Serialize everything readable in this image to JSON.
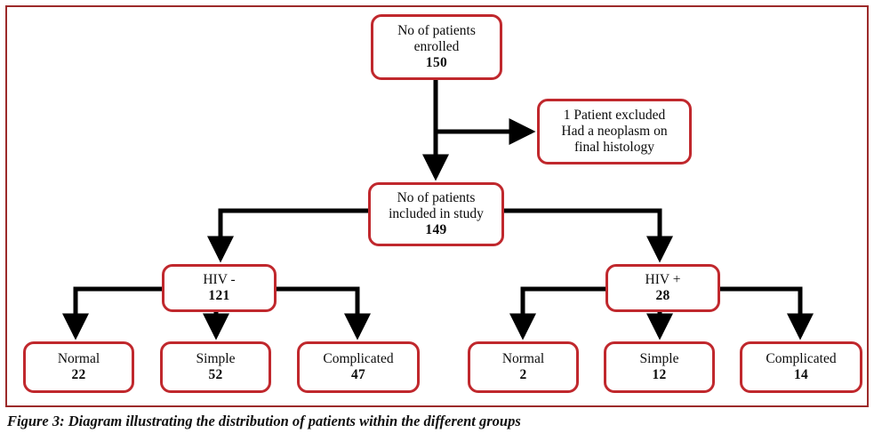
{
  "figure": {
    "caption": "Figure 3: Diagram illustrating the distribution of patients within the different groups",
    "border_color": "#9c2a2a",
    "node_border_color": "#c0282d",
    "connector_color": "#000000",
    "background": "#ffffff"
  },
  "diagram": {
    "type": "flowchart",
    "nodes": [
      {
        "id": "enrolled",
        "lines": [
          "No of patients",
          "enrolled"
        ],
        "count": "150"
      },
      {
        "id": "excluded",
        "lines": [
          "1 Patient excluded",
          "Had a neoplasm on",
          "final histology"
        ],
        "count": ""
      },
      {
        "id": "included",
        "lines": [
          "No of patients",
          "included in study"
        ],
        "count": "149"
      },
      {
        "id": "hiv_neg",
        "lines": [
          "HIV -"
        ],
        "count": "121"
      },
      {
        "id": "hiv_pos",
        "lines": [
          "HIV +"
        ],
        "count": "28"
      },
      {
        "id": "neg_normal",
        "lines": [
          "Normal"
        ],
        "count": "22"
      },
      {
        "id": "neg_simple",
        "lines": [
          "Simple"
        ],
        "count": "52"
      },
      {
        "id": "neg_comp",
        "lines": [
          "Complicated"
        ],
        "count": "47"
      },
      {
        "id": "pos_normal",
        "lines": [
          "Normal"
        ],
        "count": "2"
      },
      {
        "id": "pos_simple",
        "lines": [
          "Simple"
        ],
        "count": "12"
      },
      {
        "id": "pos_comp",
        "lines": [
          "Complicated"
        ],
        "count": "14"
      }
    ],
    "edges": [
      {
        "from": "enrolled",
        "to": "included"
      },
      {
        "from": "enrolled",
        "to": "excluded"
      },
      {
        "from": "included",
        "to": "hiv_neg"
      },
      {
        "from": "included",
        "to": "hiv_pos"
      },
      {
        "from": "hiv_neg",
        "to": "neg_normal"
      },
      {
        "from": "hiv_neg",
        "to": "neg_simple"
      },
      {
        "from": "hiv_neg",
        "to": "neg_comp"
      },
      {
        "from": "hiv_pos",
        "to": "pos_normal"
      },
      {
        "from": "hiv_pos",
        "to": "pos_simple"
      },
      {
        "from": "hiv_pos",
        "to": "pos_comp"
      }
    ]
  },
  "text": {
    "enrolled_l1": "No of patients",
    "enrolled_l2": "enrolled",
    "enrolled_count": "150",
    "excluded_l1": "1 Patient excluded",
    "excluded_l2": "Had a neoplasm on",
    "excluded_l3": "final histology",
    "included_l1": "No of patients",
    "included_l2": "included in study",
    "included_count": "149",
    "hiv_neg_label": "HIV -",
    "hiv_neg_count": "121",
    "hiv_pos_label": "HIV +",
    "hiv_pos_count": "28",
    "neg_normal_label": "Normal",
    "neg_normal_count": "22",
    "neg_simple_label": "Simple",
    "neg_simple_count": "52",
    "neg_comp_label": "Complicated",
    "neg_comp_count": "47",
    "pos_normal_label": "Normal",
    "pos_normal_count": "2",
    "pos_simple_label": "Simple",
    "pos_simple_count": "12",
    "pos_comp_label": "Complicated",
    "pos_comp_count": "14"
  }
}
